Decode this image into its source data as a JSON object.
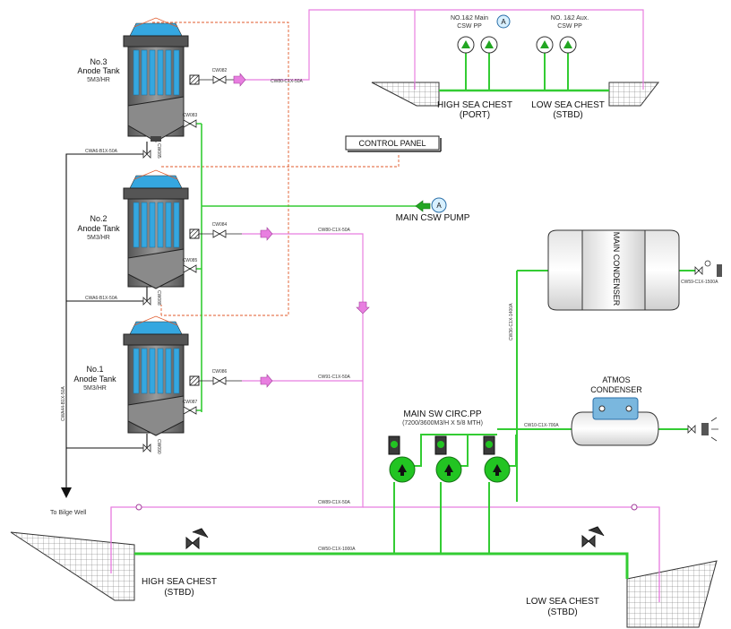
{
  "tanks": [
    {
      "no": "No.3",
      "name": "Anode Tank",
      "rate": "5M3/HR",
      "valve_out": "CW082",
      "valve_in": "CW083",
      "drain_valve": "CW085",
      "pipe": "CW80-C1X-50A",
      "drain_pipe": "CWA6-B1X-50A"
    },
    {
      "no": "No.2",
      "name": "Anode Tank",
      "rate": "5M3/HR",
      "valve_out": "CW084",
      "valve_in": "CW085",
      "drain_valve": "CW088",
      "pipe": "CW80-C1X-50A",
      "drain_pipe": "CWA6-B1X-50A"
    },
    {
      "no": "No.1",
      "name": "Anode Tank",
      "rate": "5M3/HR",
      "valve_out": "CW086",
      "valve_in": "CW087",
      "drain_valve": "CW090",
      "pipe": "CW91-C1X-50A"
    }
  ],
  "labels": {
    "main_csw_pp": "NO.1&2 Main\nCSW PP",
    "aux_csw_pp": "NO. 1&2 Aux.\nCSW PP",
    "high_sea_chest_port": "HIGH SEA CHEST\n(PORT)",
    "low_sea_chest_stbd_top": "LOW SEA CHEST\n(STBD)",
    "control_panel": "CONTROL PANEL",
    "main_csw_pump": "MAIN CSW PUMP",
    "main_condenser": "MAIN\nCONDENSER",
    "atmos_condenser": "ATMOS\nCONDENSER",
    "main_sw_circ_pp": "MAIN SW CIRC.PP",
    "main_sw_circ_spec": "(7200/3600M3/H X 5/8 MTH)",
    "high_sea_chest_stbd": "HIGH SEA CHEST\n(STBD)",
    "low_sea_chest_stbd": "LOW SEA CHEST\n(STBD)",
    "to_bilge_well": "To Bilge Well",
    "pump_letter": "A",
    "pipe_main_line": "CW50-C1X-1000A",
    "pipe_return": "CW89-C1X-50A",
    "pipe_condenser_in": "CW36-C1X-1400A",
    "pipe_condenser_out": "CW59-C1X-1500A",
    "pipe_atmos": "CW10-C1X-700A",
    "pipe_bilge": "CWA44-B1X-50A"
  },
  "colors": {
    "seawater": "#33cc33",
    "anode_line": "#e87ee0",
    "signal": "#e05a2b",
    "tank_body": "#7a7a7a",
    "tank_tube": "#35a7e0",
    "pump": "#22c422"
  }
}
